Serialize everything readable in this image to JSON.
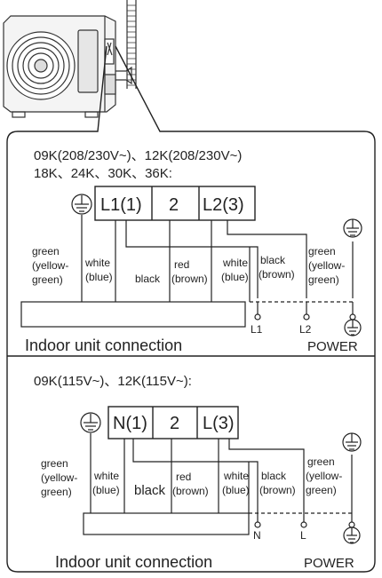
{
  "section_top": {
    "models_line1": "09K(208/230V~)、12K(208/230V~)",
    "models_line2": "18K、24K、30K、36K:",
    "terminals": [
      "L1(1)",
      "2",
      "L2(3)"
    ],
    "wires": {
      "green": [
        "green",
        "(yellow-",
        "green)"
      ],
      "white": [
        "white",
        "(blue)"
      ],
      "black": "black",
      "red": [
        "red",
        "(brown)"
      ],
      "white_right": [
        "white",
        "(blue)"
      ],
      "black_right": [
        "black",
        "(brown)"
      ],
      "green_right": [
        "green",
        "(yellow-",
        "green)"
      ]
    },
    "power_terminals": [
      "L1",
      "L2"
    ],
    "caption": "Indoor unit connection",
    "power_label": "POWER"
  },
  "section_bottom": {
    "models_line1": "09K(115V~)、12K(115V~):",
    "terminals": [
      "N(1)",
      "2",
      "L(3)"
    ],
    "wires": {
      "green": [
        "green",
        "(yellow-",
        "green)"
      ],
      "white": [
        "white",
        "(blue)"
      ],
      "black": "black",
      "red": [
        "red",
        "(brown)"
      ],
      "white_right": [
        "white",
        "(blue)"
      ],
      "black_right": [
        "black",
        "(brown)"
      ],
      "green_right": [
        "green",
        "(yellow-",
        "green)"
      ]
    },
    "power_terminals": [
      "N",
      "L"
    ],
    "caption": "Indoor unit connection",
    "power_label": "POWER"
  }
}
